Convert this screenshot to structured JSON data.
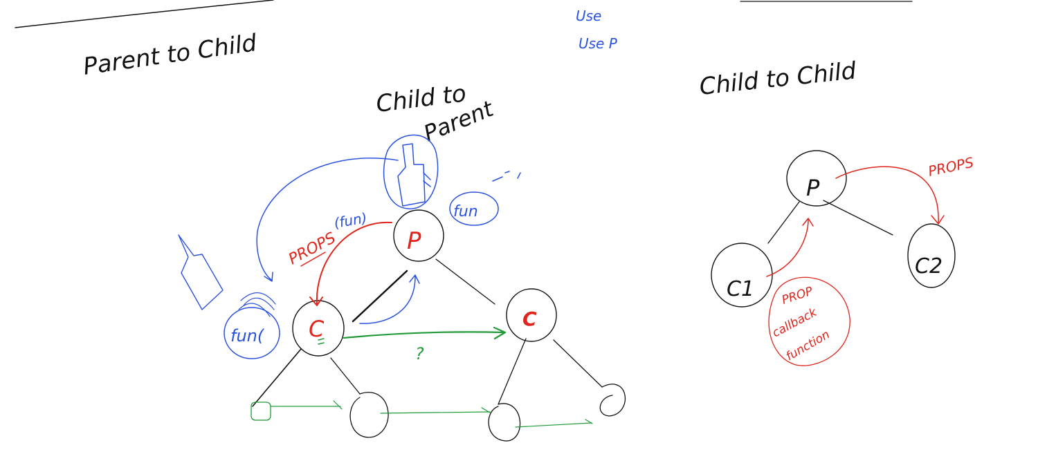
{
  "colors": {
    "black": "#111111",
    "blue": "#2a52e0",
    "red": "#e0251c",
    "green": "#1f9a36"
  },
  "headings": {
    "parent_to_child": "Parent to Child",
    "child_to_parent_line1": "Child to",
    "child_to_parent_line2": "Parent",
    "child_to_child": "Child to Child"
  },
  "notes": {
    "use_line1": "Use",
    "use_line2": "Use P"
  },
  "diagram_left": {
    "parent_node": "P",
    "child_node_left": "C",
    "child_node_right": "C",
    "props_label": "PROPS",
    "props_fun_label": "(fun)",
    "fun_label_top": "fun",
    "fun_label_left": "fun(",
    "question_mark": "?"
  },
  "diagram_right": {
    "parent_node": "P",
    "child_node_1": "C1",
    "child_node_2": "C2",
    "props_label": "PROPS",
    "callback_line1": "PROP",
    "callback_line2": "callback",
    "callback_line3": "function"
  }
}
